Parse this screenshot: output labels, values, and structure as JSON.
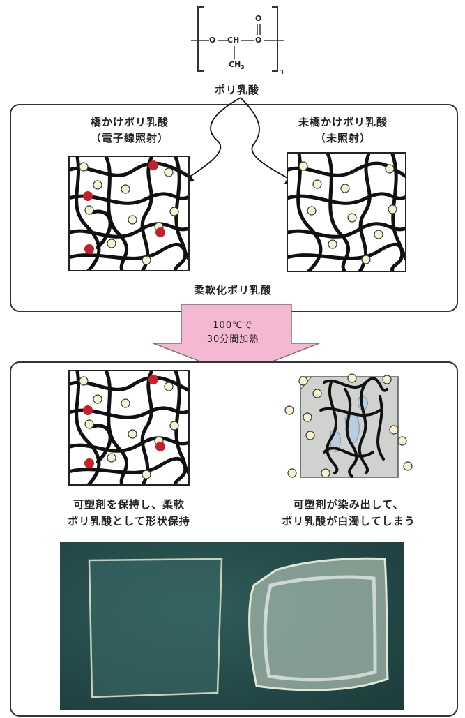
{
  "molecule": {
    "o_left": "O",
    "ch": "CH",
    "o_right": "O",
    "o_top": "O",
    "ch3": "CH",
    "ch3_sub": "3",
    "n": "n",
    "name": "ポリ乳酸"
  },
  "top_panel": {
    "left_title_line1": "橋かけポリ乳酸",
    "left_title_line2": "（電子線照射）",
    "right_title_line1": "未橋かけポリ乳酸",
    "right_title_line2": "（未照射）",
    "bottom_label": "柔軟化ポリ乳酸"
  },
  "arrow": {
    "line1": "100℃で",
    "line2": "30分間加熱"
  },
  "bottom_panel": {
    "left_caption_line1": "可塑剤を保持し、柔軟",
    "left_caption_line2": "ポリ乳酸として形状保持",
    "right_caption_line1": "可塑剤が染み出して、",
    "right_caption_line2": "ポリ乳酸が白濁してしまう"
  },
  "colors": {
    "crosslink": "#c8202a",
    "plasticizer": "#f7f3d0",
    "arrow_fill": "#f4b8d2",
    "photo_bg": "#2a5453"
  }
}
